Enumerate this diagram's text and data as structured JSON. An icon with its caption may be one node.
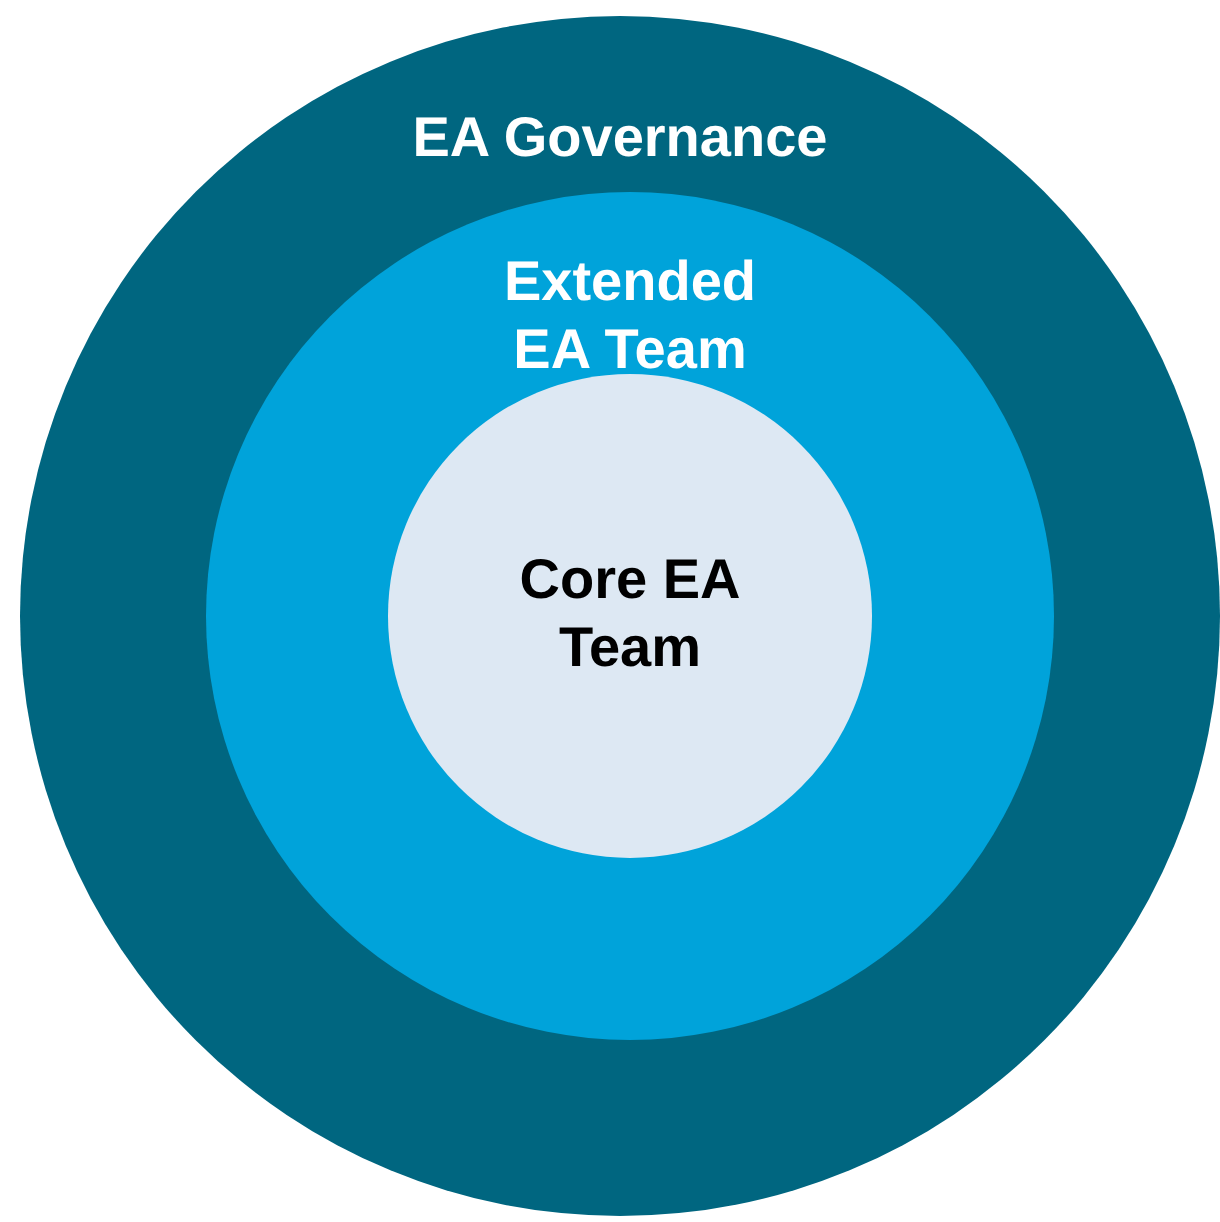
{
  "diagram": {
    "nodes": [
      {
        "text": [
          "EA Governance"
        ]
      },
      {
        "text": [
          "Extended EA Team"
        ],
        "in": 0
      },
      {
        "text": [
          "Core EA Team"
        ],
        "in": 1
      }
    ]
  }
}
